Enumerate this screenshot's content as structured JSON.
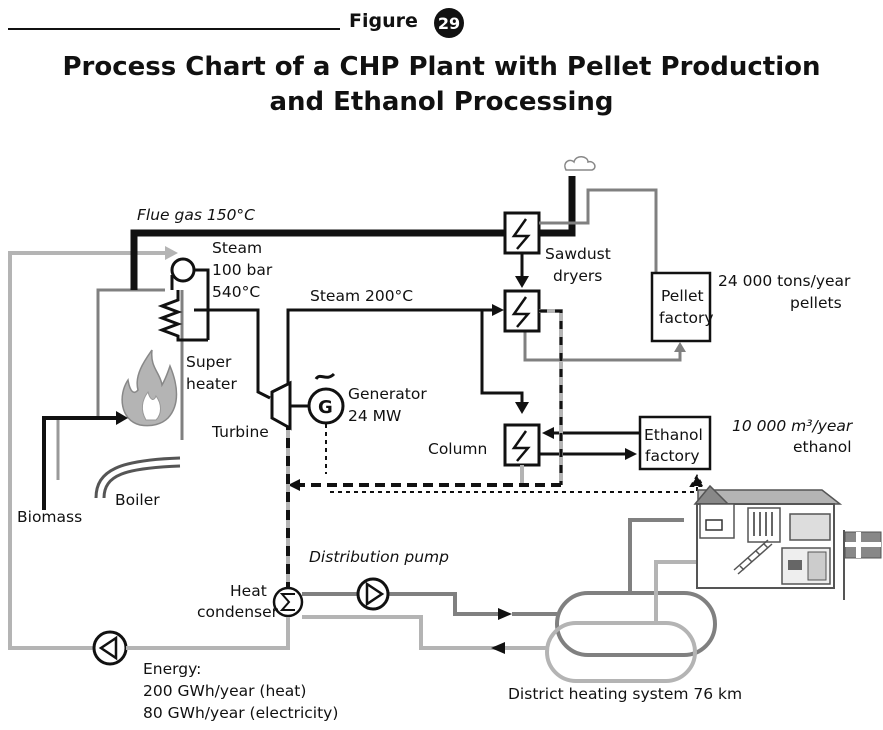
{
  "header": {
    "figure_label": "Figure",
    "figure_number": "29",
    "title_line1": "Process Chart of a CHP Plant with Pellet Production",
    "title_line2": "and Ethanol Processing"
  },
  "labels": {
    "flue_gas": "Flue gas 150°C",
    "steam_1": "Steam",
    "steam_2": "100 bar",
    "steam_3": "540°C",
    "steam_200": "Steam 200°C",
    "sawdust_1": "Sawdust",
    "sawdust_2": "dryers",
    "pellet_factory_1": "Pellet",
    "pellet_factory_2": "factory",
    "pellets_1": "24 000 tons/year",
    "pellets_2": "pellets",
    "super_heater_1": "Super",
    "super_heater_2": "heater",
    "generator_1": "Generator",
    "generator_2": "24 MW",
    "generator_symbol": "G",
    "turbine": "Turbine",
    "column": "Column",
    "ethanol_factory_1": "Ethanol",
    "ethanol_factory_2": "factory",
    "ethanol_1": "10 000 m³/year",
    "ethanol_2": "ethanol",
    "biomass": "Biomass",
    "boiler": "Boiler",
    "distribution_pump": "Distribution pump",
    "heat_condenser_1": "Heat",
    "heat_condenser_2": "condenser",
    "district_heating": "District heating system 76 km",
    "energy_1": "Energy:",
    "energy_2": "200 GWh/year (heat)",
    "energy_3": "80 GWh/year (electricity)"
  },
  "colors": {
    "hot_line": "#111111",
    "warm_line": "#808080",
    "cold_line": "#b4b4b4"
  }
}
